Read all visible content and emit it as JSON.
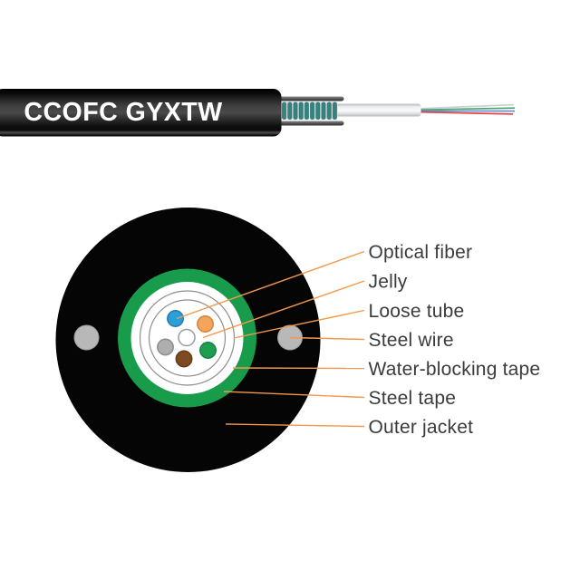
{
  "title": {
    "cable_print": "CCOFC GYXTW"
  },
  "colors": {
    "background": "#FFFFFF",
    "jacket_black": "#050505",
    "steel_tape_green": "#189C4B",
    "steel_wire_gray": "#B8B8B8",
    "steel_wire_edge": "#9E9E9E",
    "ring_stroke_gray": "#8F8F8F",
    "inner_white": "#FFFFFF",
    "callout_line_orange": "#F2994A",
    "label_text": "#3B3B3B",
    "cable_print_white": "#FFFFFF",
    "armor_teal": "#37817F"
  },
  "cross_section": {
    "fiber_dots": [
      {
        "name": "optical-fiber-blue",
        "fill": "#2D9FD8",
        "stroke": "#2878B4"
      },
      {
        "name": "optical-fiber-orange",
        "fill": "#F3A55E",
        "stroke": "#D58137"
      },
      {
        "name": "center-filler-white",
        "fill": "#FFFFFF",
        "stroke": "#9C9C9C"
      },
      {
        "name": "optical-fiber-gray",
        "fill": "#AEAEAE",
        "stroke": "#8C8C8C"
      },
      {
        "name": "optical-fiber-brown",
        "fill": "#7E4A1F",
        "stroke": "#653A16"
      },
      {
        "name": "optical-fiber-green",
        "fill": "#1E9E4F",
        "stroke": "#108442"
      }
    ]
  },
  "stripped_end": {
    "strands": [
      {
        "name": "strand-white",
        "color": "#C9CFD2"
      },
      {
        "name": "strand-green",
        "color": "#43A86B"
      },
      {
        "name": "strand-blue",
        "color": "#6287D6"
      },
      {
        "name": "strand-red",
        "color": "#E2463F"
      }
    ]
  },
  "callouts": [
    {
      "label": "Optical fiber"
    },
    {
      "label": "Jelly"
    },
    {
      "label": "Loose tube"
    },
    {
      "label": "Steel wire"
    },
    {
      "label": "Water-blocking tape"
    },
    {
      "label": "Steel tape"
    },
    {
      "label": "Outer jacket"
    }
  ]
}
